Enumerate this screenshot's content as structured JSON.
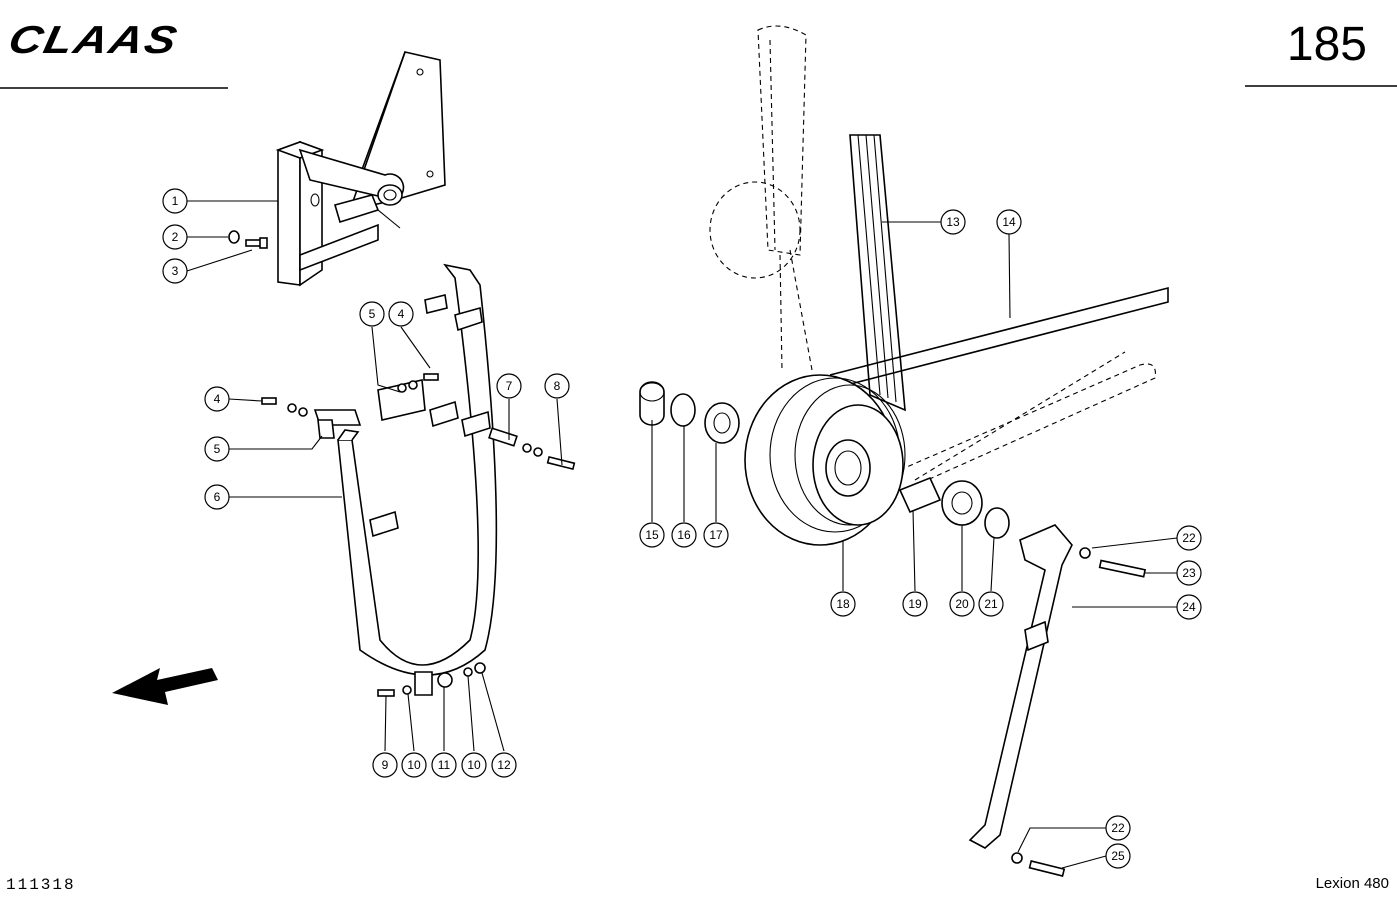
{
  "header": {
    "brand": "CLAAS",
    "page_number": "185"
  },
  "footer": {
    "drawing_number": "111318",
    "model": "Lexion 480"
  },
  "callouts": [
    "1",
    "2",
    "3",
    "4",
    "5",
    "6",
    "7",
    "8",
    "9",
    "10",
    "11",
    "12",
    "13",
    "14",
    "15",
    "16",
    "17",
    "18",
    "19",
    "20",
    "21",
    "22",
    "23",
    "24",
    "25"
  ]
}
